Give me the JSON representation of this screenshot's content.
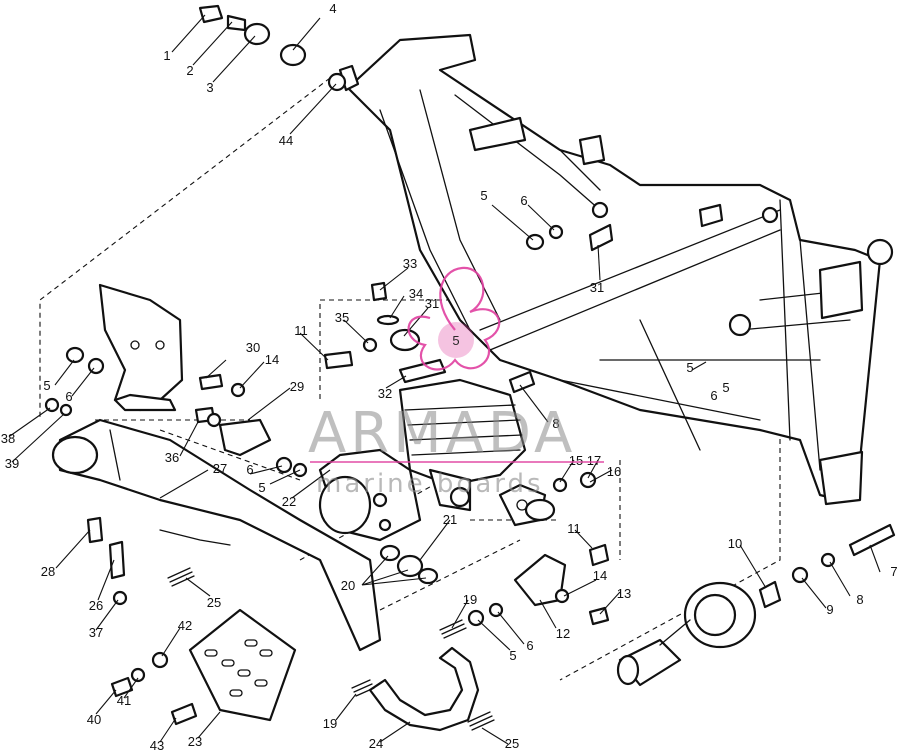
{
  "diagram": {
    "callouts": [
      {
        "id": "c1",
        "label": "1"
      },
      {
        "id": "c2",
        "label": "2"
      },
      {
        "id": "c3",
        "label": "3"
      },
      {
        "id": "c4",
        "label": "4"
      },
      {
        "id": "c44",
        "label": "44"
      },
      {
        "id": "c5a",
        "label": "5"
      },
      {
        "id": "c6a",
        "label": "6"
      },
      {
        "id": "c31a",
        "label": "31"
      },
      {
        "id": "c33",
        "label": "33"
      },
      {
        "id": "c34",
        "label": "34"
      },
      {
        "id": "c31b",
        "label": "31"
      },
      {
        "id": "c35",
        "label": "35"
      },
      {
        "id": "c11a",
        "label": "11"
      },
      {
        "id": "c32",
        "label": "32"
      },
      {
        "id": "c5b",
        "label": "5"
      },
      {
        "id": "c30",
        "label": "30"
      },
      {
        "id": "c14a",
        "label": "14"
      },
      {
        "id": "c29",
        "label": "29"
      },
      {
        "id": "c5c",
        "label": "5"
      },
      {
        "id": "c6b",
        "label": "6"
      },
      {
        "id": "c38",
        "label": "38"
      },
      {
        "id": "c39",
        "label": "39"
      },
      {
        "id": "c36",
        "label": "36"
      },
      {
        "id": "c27",
        "label": "27"
      },
      {
        "id": "c6c",
        "label": "6"
      },
      {
        "id": "c5d",
        "label": "5"
      },
      {
        "id": "c22",
        "label": "22"
      },
      {
        "id": "c8a",
        "label": "8"
      },
      {
        "id": "c6d",
        "label": "6"
      },
      {
        "id": "c5e",
        "label": "5"
      },
      {
        "id": "c15",
        "label": "15"
      },
      {
        "id": "c17",
        "label": "17"
      },
      {
        "id": "c16",
        "label": "16"
      },
      {
        "id": "c21",
        "label": "21"
      },
      {
        "id": "c11b",
        "label": "11"
      },
      {
        "id": "c20",
        "label": "20"
      },
      {
        "id": "c28",
        "label": "28"
      },
      {
        "id": "c26",
        "label": "26"
      },
      {
        "id": "c25a",
        "label": "25"
      },
      {
        "id": "c37",
        "label": "37"
      },
      {
        "id": "c14b",
        "label": "14"
      },
      {
        "id": "c13",
        "label": "13"
      },
      {
        "id": "c12",
        "label": "12"
      },
      {
        "id": "c19a",
        "label": "19"
      },
      {
        "id": "c6e",
        "label": "6"
      },
      {
        "id": "c5f",
        "label": "5"
      },
      {
        "id": "c10",
        "label": "10"
      },
      {
        "id": "c9",
        "label": "9"
      },
      {
        "id": "c8b",
        "label": "8"
      },
      {
        "id": "c7",
        "label": "7"
      },
      {
        "id": "c42",
        "label": "42"
      },
      {
        "id": "c40",
        "label": "40"
      },
      {
        "id": "c41",
        "label": "41"
      },
      {
        "id": "c43",
        "label": "43"
      },
      {
        "id": "c23",
        "label": "23"
      },
      {
        "id": "c19b",
        "label": "19"
      },
      {
        "id": "c24",
        "label": "24"
      },
      {
        "id": "c25b",
        "label": "25"
      }
    ]
  },
  "watermark": {
    "brand": "ARMADA",
    "subtitle": "marine boards",
    "badge": "5",
    "color": "#e040a0"
  }
}
